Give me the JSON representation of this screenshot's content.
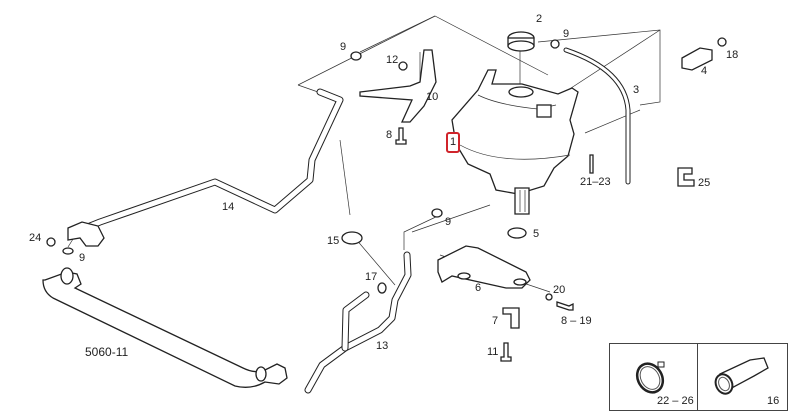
{
  "diagram": {
    "code": "5060-11",
    "selected_callout": "1",
    "highlight_color": "#d0242b",
    "callouts": [
      {
        "id": "c-1",
        "text": "1",
        "part": "expansion-tank",
        "selected": true
      },
      {
        "id": "c-2",
        "text": "2",
        "part": "filler-cap"
      },
      {
        "id": "c-3",
        "text": "3",
        "part": "vent-pipe"
      },
      {
        "id": "c-4",
        "text": "4",
        "part": "level-sensor"
      },
      {
        "id": "c-5",
        "text": "5",
        "part": "grommet"
      },
      {
        "id": "c-6",
        "text": "6",
        "part": "mounting-bracket"
      },
      {
        "id": "c-7",
        "text": "7",
        "part": "support-bracket"
      },
      {
        "id": "c-8a",
        "text": "8",
        "part": "bolt"
      },
      {
        "id": "c-8-19",
        "text": "8 – 19",
        "part": "bolt"
      },
      {
        "id": "c-9a",
        "text": "9",
        "part": "hose-clip"
      },
      {
        "id": "c-9b",
        "text": "9",
        "part": "hose-clip"
      },
      {
        "id": "c-9c",
        "text": "9",
        "part": "hose-clip"
      },
      {
        "id": "c-9d",
        "text": "9",
        "part": "hose-clip"
      },
      {
        "id": "c-10",
        "text": "10",
        "part": "upper-bracket"
      },
      {
        "id": "c-11",
        "text": "11",
        "part": "bolt"
      },
      {
        "id": "c-12",
        "text": "12",
        "part": "nut"
      },
      {
        "id": "c-13",
        "text": "13",
        "part": "lower-hose"
      },
      {
        "id": "c-14",
        "text": "14",
        "part": "long-hose"
      },
      {
        "id": "c-15",
        "text": "15",
        "part": "hose-clamp"
      },
      {
        "id": "c-17",
        "text": "17",
        "part": "hose-clip"
      },
      {
        "id": "c-18",
        "text": "18",
        "part": "seal-ring"
      },
      {
        "id": "c-20",
        "text": "20",
        "part": "washer"
      },
      {
        "id": "c-21-23",
        "text": "21–23",
        "part": "stud"
      },
      {
        "id": "c-24",
        "text": "24",
        "part": "hose-clip"
      },
      {
        "id": "c-25",
        "text": "25",
        "part": "pipe-clip"
      }
    ],
    "insets": [
      {
        "label": "22 – 26",
        "part": "hose-clamp"
      },
      {
        "label": "16",
        "part": "hose-connector"
      }
    ]
  }
}
